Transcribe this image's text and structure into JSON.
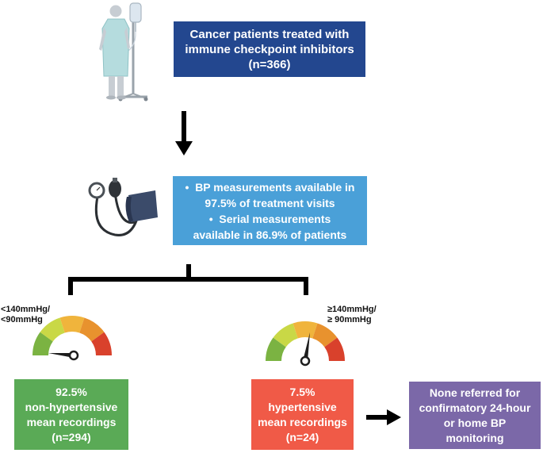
{
  "cohort": {
    "lines": [
      "Cancer patients treated with",
      "immune checkpoint inhibitors",
      "(n=366)"
    ]
  },
  "bp_box": {
    "bullet1": [
      "BP measurements available in",
      "97.5% of treatment visits"
    ],
    "bullet2": [
      "Serial measurements",
      "available in 86.9% of patients"
    ]
  },
  "thresholds": {
    "low": [
      "<140mmHg/",
      "<90mmHg"
    ],
    "high": [
      "≥140mmHg/",
      "≥ 90mmHg"
    ]
  },
  "non_hypertensive": {
    "lines": [
      "92.5%",
      "non-hypertensive",
      "mean recordings",
      "(n=294)"
    ]
  },
  "hypertensive": {
    "lines": [
      "7.5%",
      "hypertensive",
      "mean recordings",
      "(n=24)"
    ]
  },
  "outcome": {
    "lines": [
      "None referred for",
      "confirmatory 24-hour",
      "or home BP",
      "monitoring"
    ]
  },
  "colors": {
    "cohort_box": "#23478f",
    "bp_box": "#4aa0d8",
    "non_hypertensive_box": "#5aaa56",
    "hypertensive_box": "#f05a47",
    "outcome_box": "#7b68a8",
    "gauge_segments": [
      "#7bb342",
      "#c9d846",
      "#f0b43c",
      "#e8922e",
      "#d9412c"
    ]
  },
  "icons": {
    "patient": "patient-iv-drip-icon",
    "bp_device": "sphygmomanometer-icon",
    "gauge_low": "gauge-low-icon",
    "gauge_high": "gauge-high-icon"
  }
}
